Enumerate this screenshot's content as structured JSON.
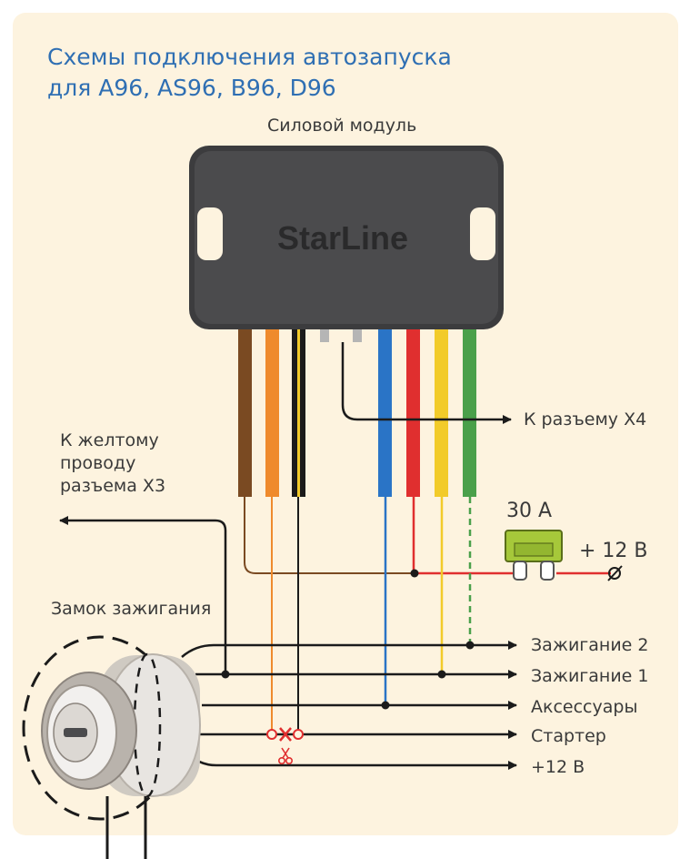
{
  "title": {
    "line1": "Схемы подключения автозапуска",
    "line2": "для A96, AS96, B96, D96"
  },
  "module": {
    "label": "Силовой модуль",
    "brand": "StarLine"
  },
  "labels": {
    "x4": "К разъему Х4",
    "x3_line1": "К желтому",
    "x3_line2": "проводу",
    "x3_line3": "разъема Х3",
    "ignition_lock": "Замок зажигания",
    "fuse": "30 А",
    "plus12_fuse": "+ 12 В"
  },
  "outputs": [
    {
      "label": "Зажигание 2"
    },
    {
      "label": "Зажигание 1"
    },
    {
      "label": "Аксессуары"
    },
    {
      "label": "Стартер"
    },
    {
      "label": "+12 В"
    }
  ],
  "colors": {
    "title": "#2f6fb3",
    "background": "#fdf3df",
    "module": "#4b4b4d",
    "wire_brown": "#7a4a22",
    "wire_orange": "#ef8a2c",
    "wire_black_yellow": "#1b1b1b",
    "wire_blue": "#2a74c6",
    "wire_red": "#e02f2f",
    "wire_yellow": "#f2cb2a",
    "wire_green": "#4aa04a",
    "fuse": "#a6c83a"
  }
}
